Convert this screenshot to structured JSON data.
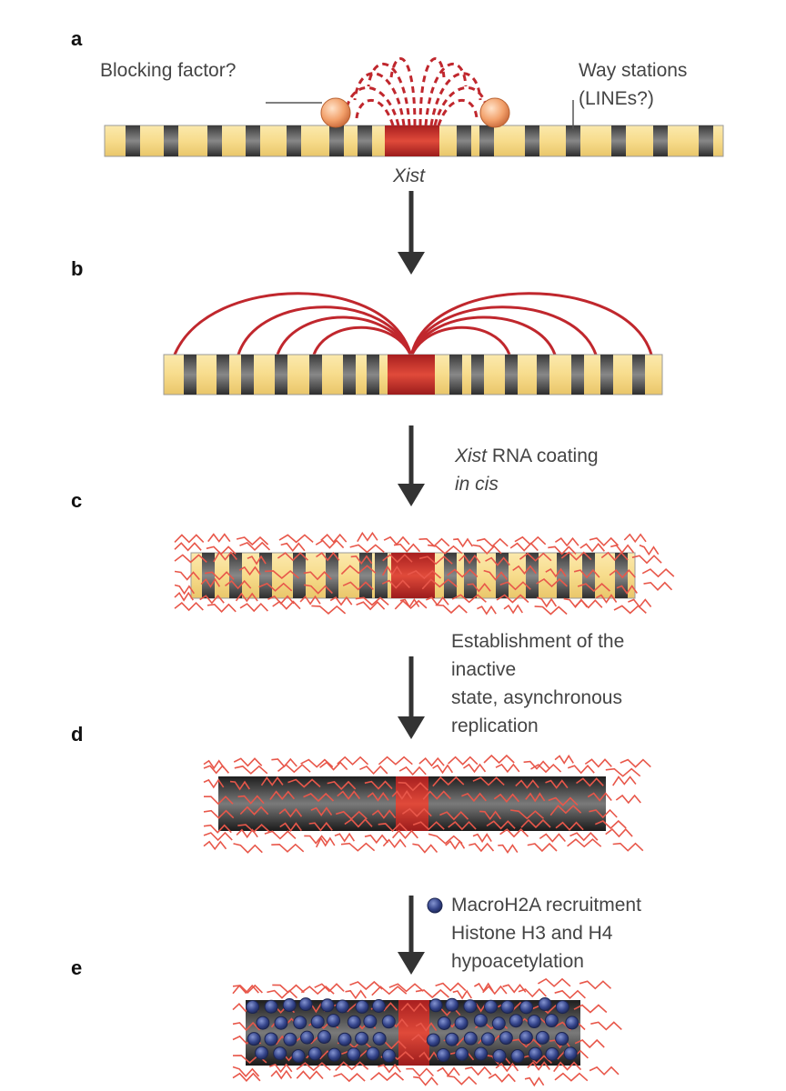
{
  "panels": {
    "a": {
      "letter": "a",
      "blocking_factor_label": "Blocking factor?",
      "way_stations_label_1": "Way stations",
      "way_stations_label_2": "(LINEs?)",
      "xist_label": "Xist"
    },
    "b": {
      "letter": "b"
    },
    "c": {
      "letter": "c",
      "step_label_1_italic": "Xist",
      "step_label_1_rest": " RNA coating",
      "step_label_2": "in cis"
    },
    "d": {
      "letter": "d",
      "step_label_lines": [
        "Establishment of the",
        "inactive",
        "state, asynchronous",
        "replication"
      ]
    },
    "e": {
      "letter": "e",
      "step_label_lines": [
        "MacroH2A recruitment",
        "Histone H3 and H4",
        "hypoacetylation"
      ]
    }
  },
  "colors": {
    "chromosome_yellow": "#f7dc8c",
    "band_dark": "#555555",
    "xist_red": "#c8302c",
    "rna_red": "#c0272d",
    "coat_red": "#e8574a",
    "factor_orange": "#f0a070",
    "arrow": "#333333",
    "macroh2a_blue": "#2f3f7a"
  },
  "icons": [
    "blocking-factor-sphere",
    "macroh2a-dot-icon",
    "down-arrow"
  ]
}
